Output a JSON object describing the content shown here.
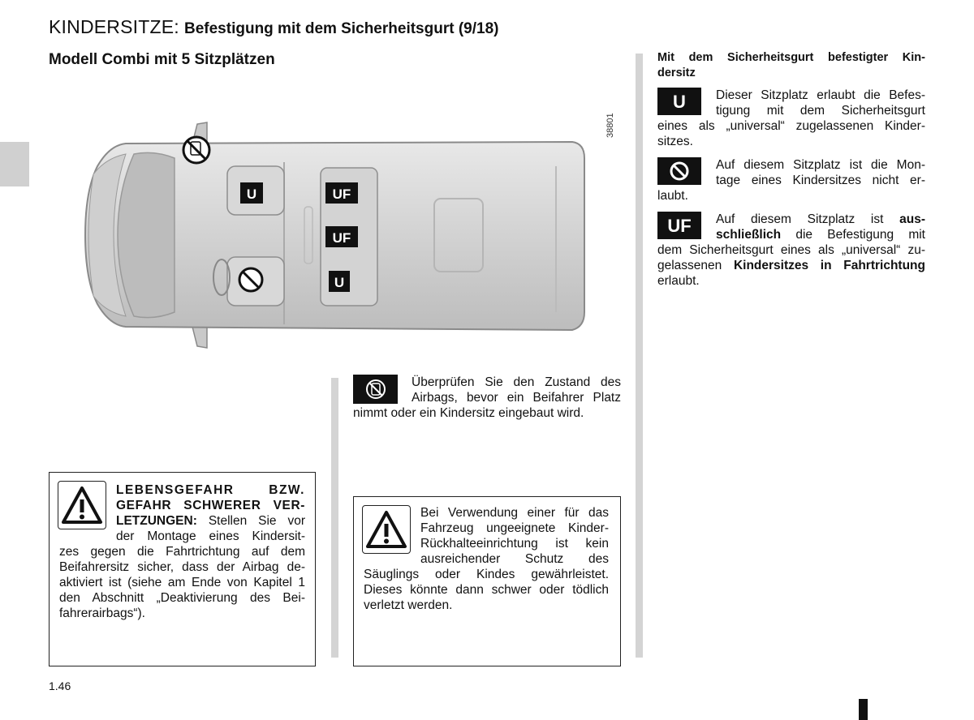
{
  "header": {
    "title_main": "KINDERSITZE:",
    "title_sub": "Befestigung mit dem Sicherheitsgurt (9/18)",
    "subtitle": "Modell Combi mit 5 Sitzplätzen"
  },
  "figure": {
    "ref_number": "38801",
    "seat_labels": {
      "u_top": "U",
      "uf_top": "UF",
      "uf_middle": "UF",
      "u_bottom": "U"
    }
  },
  "airbag_note": {
    "text_line1": "Überprüfen Sie den Zustand des",
    "text_line2": "Airbags, bevor ein Beifahrer Platz",
    "text_line3": "nimmt oder ein Kindersitz eingebaut wird."
  },
  "warning_left": {
    "heading_l1": "LEBENSGEFAHR BZW.",
    "heading_l2": "GEFAHR SCHWERER VER-",
    "heading_l3": "LETZUNGEN:",
    "l3_rest": " Stellen Sie vor",
    "l4": "der Montage eines Kindersit-",
    "l5": "zes gegen die Fahrtrichtung auf dem",
    "l6": "Beifahrersitz sicher, dass der Airbag de-",
    "l7": "aktiviert ist (siehe am Ende von Kapitel 1",
    "l8": "den Abschnitt „Deaktivierung des Bei-",
    "l9": "fahrerairbags“)."
  },
  "warning_right": {
    "l1": "Bei Verwendung einer für das",
    "l2": "Fahrzeug ungeeignete Kinder-",
    "l3": "Rückhalteeinrichtung ist kein",
    "l4": "ausreichender Schutz des",
    "l5": "Säuglings oder Kindes gewährleistet.",
    "l6": "Dieses könnte dann schwer oder tödlich",
    "l7": "verletzt werden."
  },
  "right_column": {
    "heading_l1": "Mit dem Sicherheitsgurt befestigter Kin-",
    "heading_l2": "dersitz",
    "u_label": "U",
    "u_l1": "Dieser Sitzplatz erlaubt die Befes-",
    "u_l2": "tigung mit dem Sicherheitsgurt",
    "u_l3": "eines als „universal“ zugelassenen Kinder-",
    "u_l4": "sitzes.",
    "no_l1": "Auf diesem Sitzplatz ist die Mon-",
    "no_l2": "tage eines Kindersitzes nicht er-",
    "no_l3": "laubt.",
    "uf_label": "UF",
    "uf_l1_a": "Auf diesem Sitzplatz ist ",
    "uf_l1_b": "aus-",
    "uf_l2_a": "schließlich",
    "uf_l2_b": " die Befestigung mit",
    "uf_l3": "dem Sicherheitsgurt eines als „universal“ zu-",
    "uf_l4_a": "gelassenen ",
    "uf_l4_b": "Kindersitzes in Fahrtrichtung",
    "uf_l5": "erlaubt."
  },
  "footer": {
    "page_number": "1.46"
  }
}
